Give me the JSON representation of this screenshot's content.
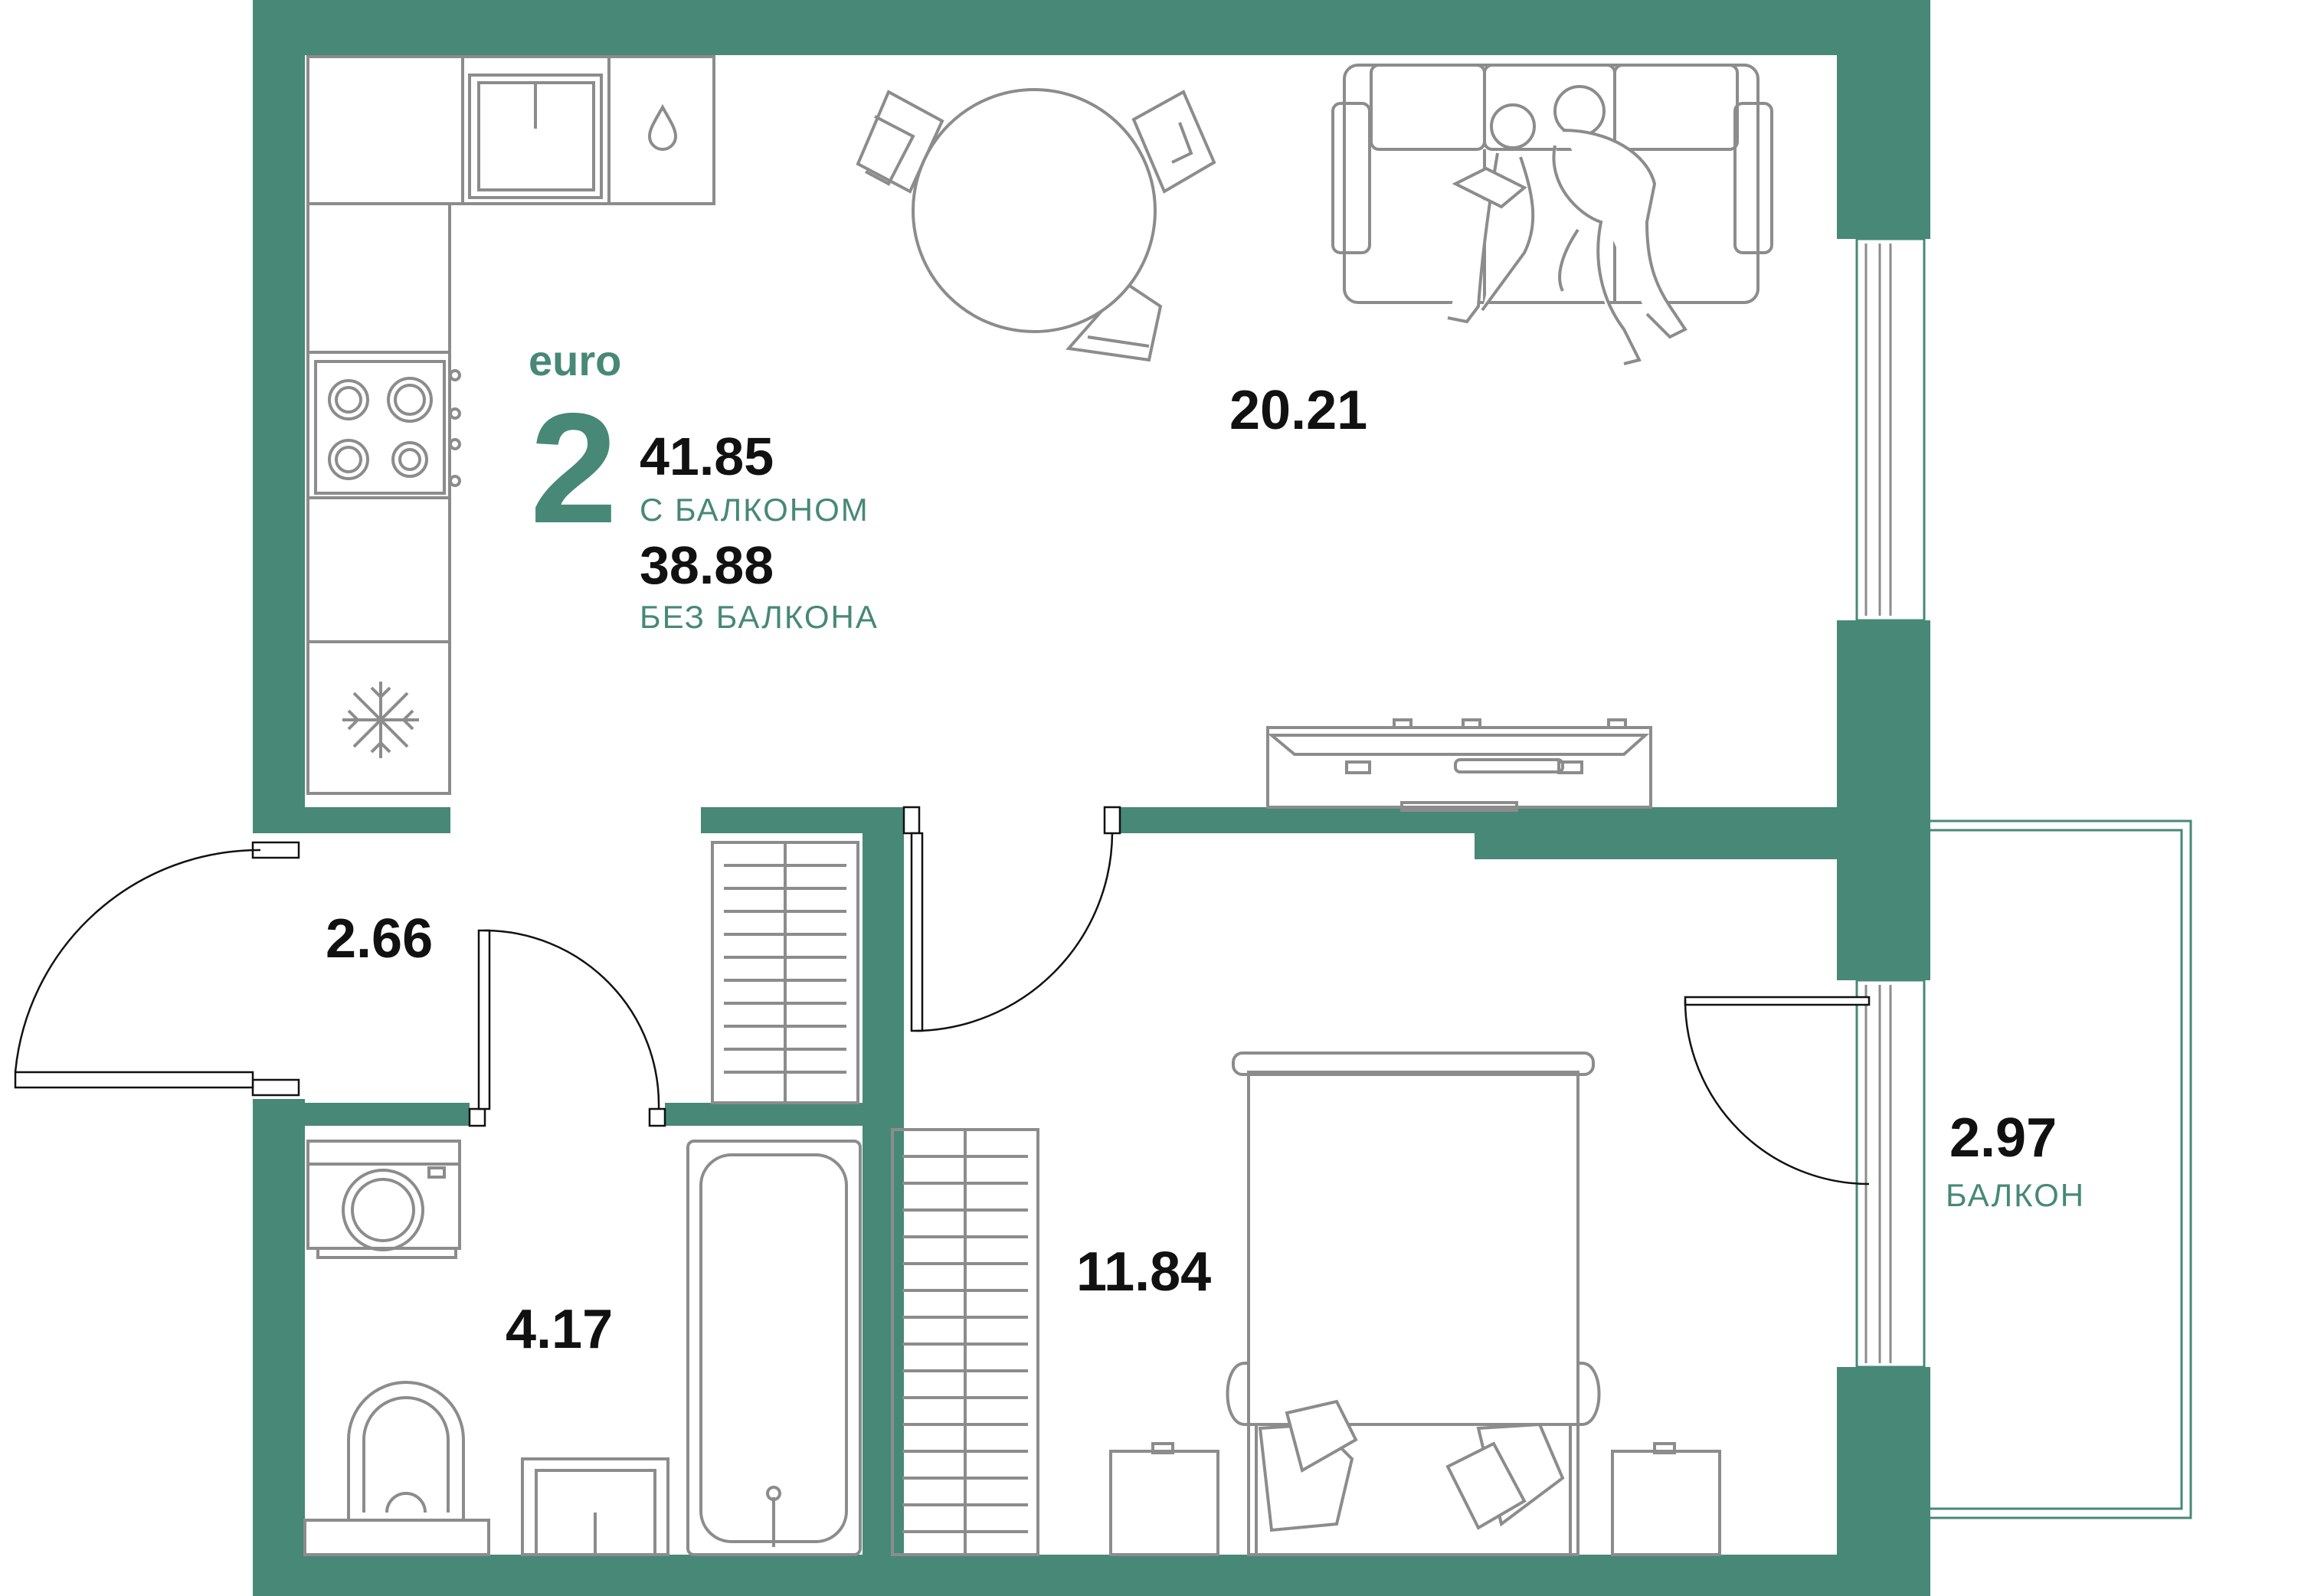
{
  "colors": {
    "wall": "#478877",
    "accent_text": "#478877",
    "furniture": "#8c8c8c",
    "text": "#111111",
    "background": "#ffffff"
  },
  "summary": {
    "type_label": "euro",
    "rooms_count": "2",
    "area_with_balcony": "41.85",
    "area_with_balcony_label": "С БАЛКОНОМ",
    "area_without_balcony": "38.88",
    "area_without_balcony_label": "БЕЗ БАЛКОНА"
  },
  "rooms": {
    "living_kitchen": "20.21",
    "hall": "2.66",
    "bathroom": "4.17",
    "bedroom": "11.84",
    "balcony": "2.97",
    "balcony_label": "БАЛКОН"
  },
  "icons": [
    "sink-icon",
    "water-drop-icon",
    "stove-icon",
    "snowflake-icon",
    "washing-machine-icon",
    "toilet-icon",
    "bathtub-icon",
    "radiator-icon",
    "bed-icon",
    "sofa-icon",
    "dining-table-icon",
    "tv-stand-icon",
    "people-icon",
    "door-swing-icon",
    "window-icon"
  ]
}
